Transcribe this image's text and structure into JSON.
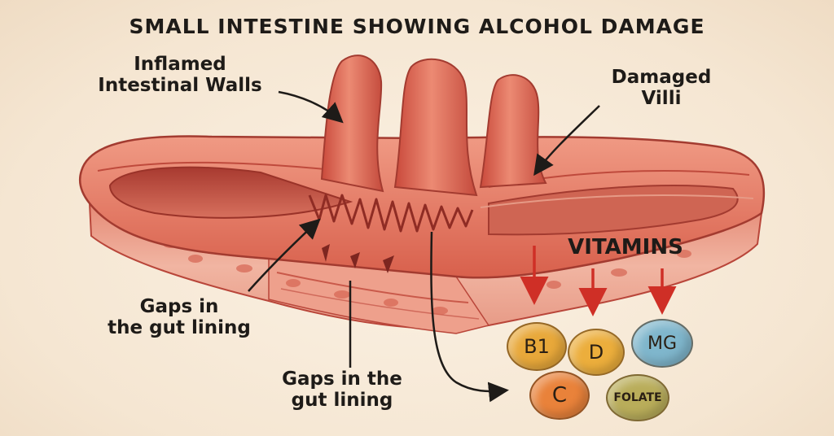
{
  "title": "SMALL INTESTINE SHOWING ALCOHOL DAMAGE",
  "labels": {
    "inflamed_walls": [
      "Inflamed",
      "Intestinal Walls"
    ],
    "damaged_villi": [
      "Damaged",
      "Villi"
    ],
    "gaps_left": [
      "Gaps in",
      "the gut lining"
    ],
    "gaps_bottom": [
      "Gaps in the",
      "gut lining"
    ],
    "vitamins": "VITAMINS"
  },
  "nutrients": [
    {
      "label": "B1",
      "color": "#e8a83a"
    },
    {
      "label": "D",
      "color": "#ecae3c"
    },
    {
      "label": "MG",
      "color": "#7fb6cc"
    },
    {
      "label": "C",
      "color": "#e9823a"
    },
    {
      "label": "FOLATE",
      "color": "#b9ad5a"
    }
  ],
  "colors": {
    "tissue": "#e2735e",
    "tissue_dark": "#b9463a",
    "arrow_black": "#1e1b18",
    "arrow_red": "#cf2f26"
  }
}
